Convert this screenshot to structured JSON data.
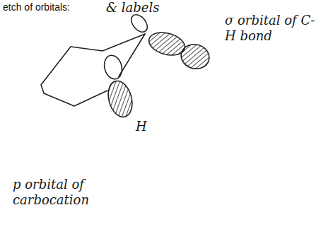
{
  "diagram": {
    "title": "etch of orbitals:",
    "labels": [
      "& labels",
      "σ orbital of C-H bond",
      "H",
      "p orbital of carbocation"
    ]
  }
}
